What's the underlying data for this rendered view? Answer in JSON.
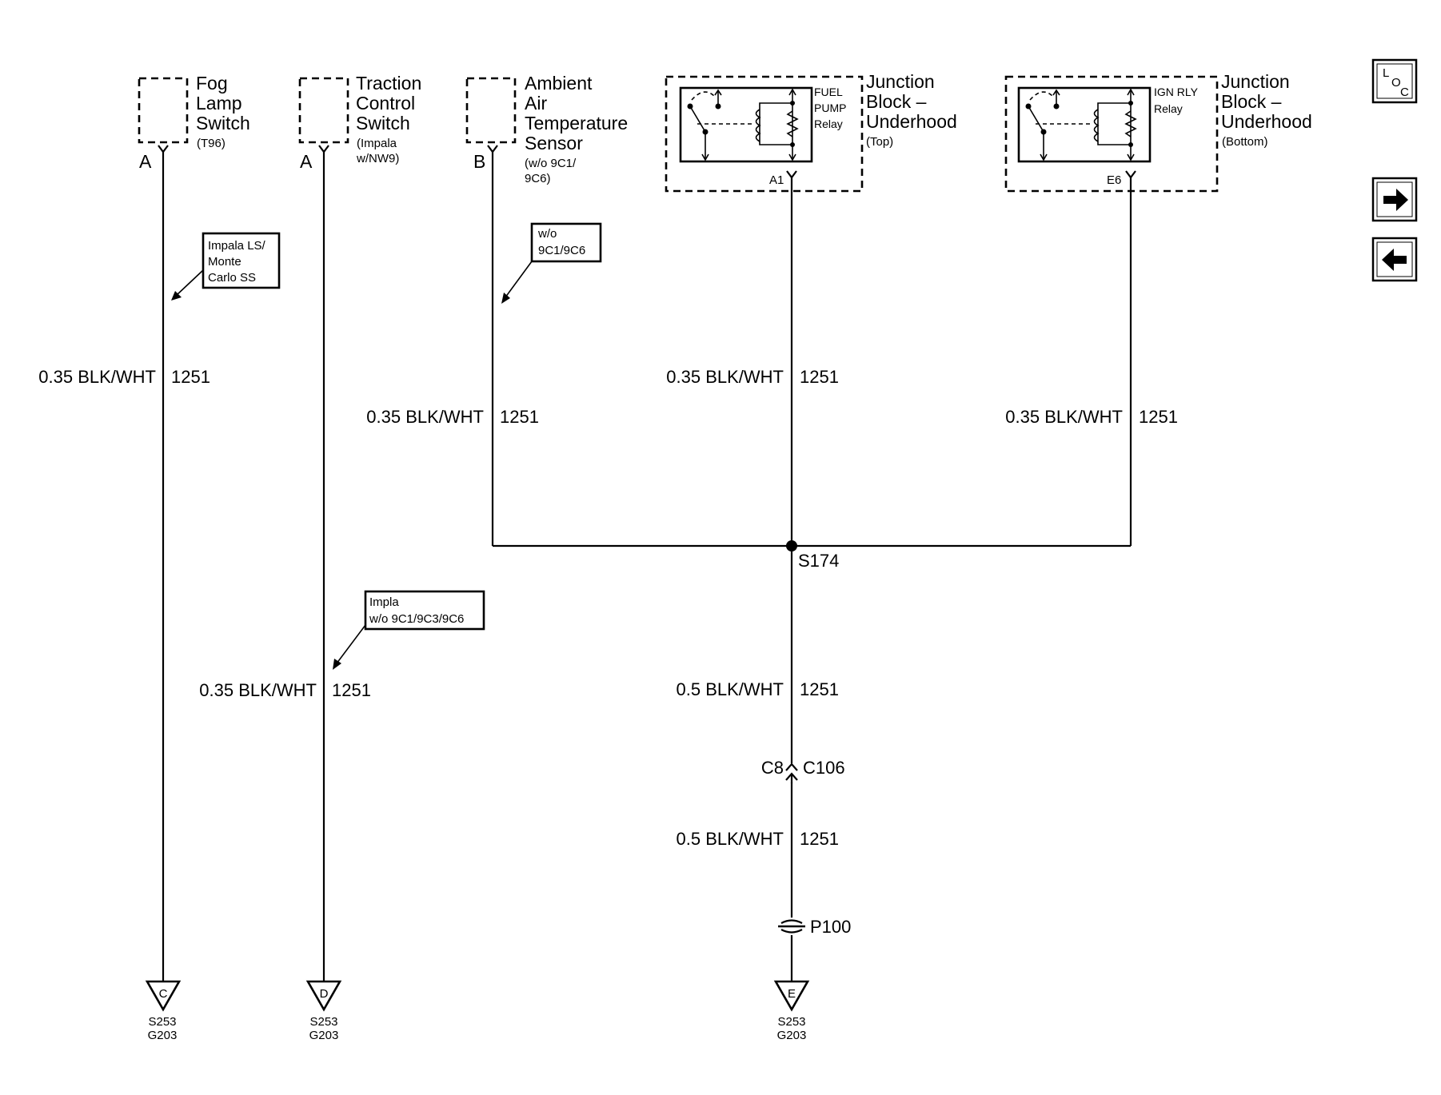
{
  "components": {
    "fog_lamp_switch": {
      "name_lines": [
        "Fog",
        "Lamp",
        "Switch"
      ],
      "note": "(T96)",
      "pin": "A"
    },
    "traction_control_switch": {
      "name_lines": [
        "Traction",
        "Control",
        "Switch"
      ],
      "note_lines": [
        "(Impala",
        "w/NW9)"
      ],
      "pin": "A"
    },
    "ambient_air_temperature_sensor": {
      "name_lines": [
        "Ambient",
        "Air",
        "Temperature",
        "Sensor"
      ],
      "note_lines": [
        "(w/o 9C1/",
        "9C6)"
      ],
      "pin": "B"
    },
    "junction_block_top": {
      "name_lines": [
        "Junction",
        "Block –",
        "Underhood"
      ],
      "note": "(Top)",
      "relay_lines": [
        "FUEL",
        "PUMP",
        "Relay"
      ],
      "pin": "A1"
    },
    "junction_block_bottom": {
      "name_lines": [
        "Junction",
        "Block –",
        "Underhood"
      ],
      "note": "(Bottom)",
      "relay_lines": [
        "IGN RLY",
        "Relay"
      ],
      "pin": "E6"
    }
  },
  "option_callouts": {
    "impala_ls": [
      "Impala LS/",
      "Monte",
      "Carlo SS"
    ],
    "without_9c1_9c6": [
      "w/o",
      "9C1/9C6"
    ],
    "impala_without": [
      "Impla",
      "w/o 9C1/9C3/9C6"
    ]
  },
  "wires": {
    "fog": {
      "gauge_color": "0.35 BLK/WHT",
      "circuit": "1251"
    },
    "traction": {
      "gauge_color": "0.35 BLK/WHT",
      "circuit": "1251"
    },
    "ambient": {
      "gauge_color": "0.35 BLK/WHT",
      "circuit": "1251"
    },
    "fuel_pump": {
      "gauge_color": "0.35 BLK/WHT",
      "circuit": "1251"
    },
    "ign_relay": {
      "gauge_color": "0.35 BLK/WHT",
      "circuit": "1251"
    },
    "main_upper": {
      "gauge_color": "0.5 BLK/WHT",
      "circuit": "1251"
    },
    "main_lower": {
      "gauge_color": "0.5 BLK/WHT",
      "circuit": "1251"
    }
  },
  "splice": "S174",
  "connector": {
    "left": "C8",
    "right": "C106"
  },
  "pass_through": "P100",
  "grounds": [
    {
      "symbol": "C",
      "refs": [
        "S253",
        "G203"
      ]
    },
    {
      "symbol": "D",
      "refs": [
        "S253",
        "G203"
      ]
    },
    {
      "symbol": "E",
      "refs": [
        "S253",
        "G203"
      ]
    }
  ],
  "navigation": {
    "loc_button": {
      "letters": [
        "L",
        "O",
        "C"
      ]
    },
    "next_icon": "arrow-right-icon",
    "prev_icon": "arrow-left-icon"
  }
}
